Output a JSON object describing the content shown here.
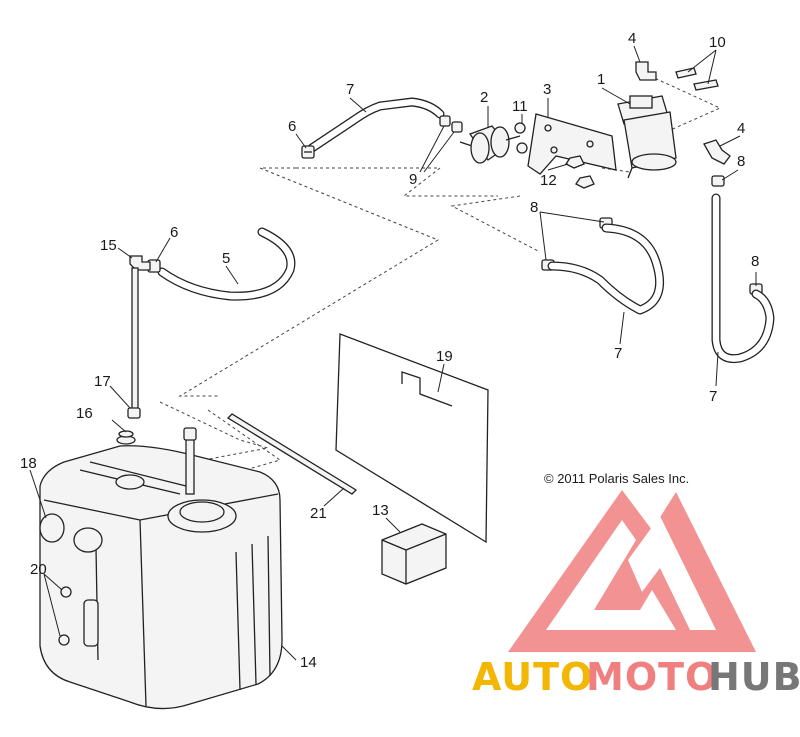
{
  "diagram": {
    "copyright": "© 2011 Polaris Sales Inc.",
    "callouts": {
      "c1": "1",
      "c2": "2",
      "c3": "3",
      "c4a": "4",
      "c4b": "4",
      "c5": "5",
      "c6a": "6",
      "c6b": "6",
      "c7a": "7",
      "c7b": "7",
      "c7c": "7",
      "c8a": "8",
      "c8b": "8",
      "c8c": "8",
      "c9": "9",
      "c10": "10",
      "c11": "11",
      "c12": "12",
      "c13": "13",
      "c14": "14",
      "c15": "15",
      "c16": "16",
      "c17": "17",
      "c18": "18",
      "c19": "19",
      "c20": "20",
      "c21": "21"
    }
  },
  "watermark": {
    "word_1": "AUTO",
    "word_2": "MOTO",
    "word_3": "HUB",
    "colors": {
      "logo": "#f08080",
      "auto": "#f2b705",
      "moto": "#f08080",
      "hub": "#777777"
    }
  }
}
